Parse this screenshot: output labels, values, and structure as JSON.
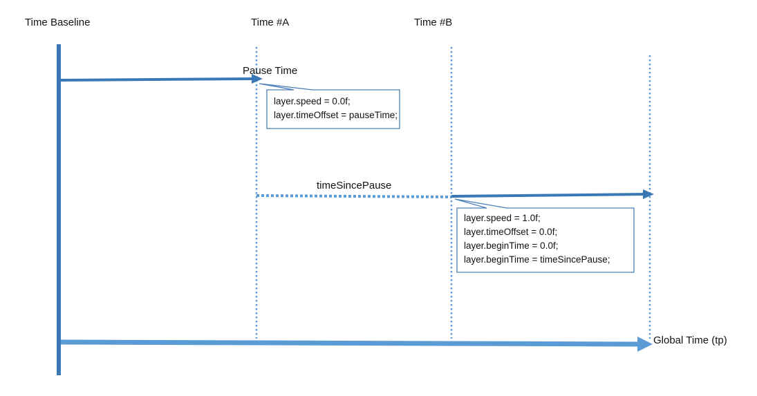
{
  "headers": {
    "baseline": "Time Baseline",
    "time_a": "Time #A",
    "time_b": "Time #B"
  },
  "labels": {
    "pause_time": "Pause Time",
    "time_since_pause": "timeSincePause",
    "global_time": "Global Time (tp)"
  },
  "callout_a": {
    "lines": [
      "layer.speed = 0.0f;",
      "layer.timeOffset = pauseTime;"
    ]
  },
  "callout_b": {
    "lines": [
      "layer.speed = 1.0f;",
      "layer.timeOffset = 0.0f;",
      "layer.beginTime = 0.0f;",
      "layer.beginTime = timeSincePause;"
    ]
  },
  "colors": {
    "arrow_dark": "#3a78b5",
    "arrow_light": "#5b9bd5",
    "dotted_line": "#5b9bd5",
    "callout_border": "#4a7fb8"
  }
}
